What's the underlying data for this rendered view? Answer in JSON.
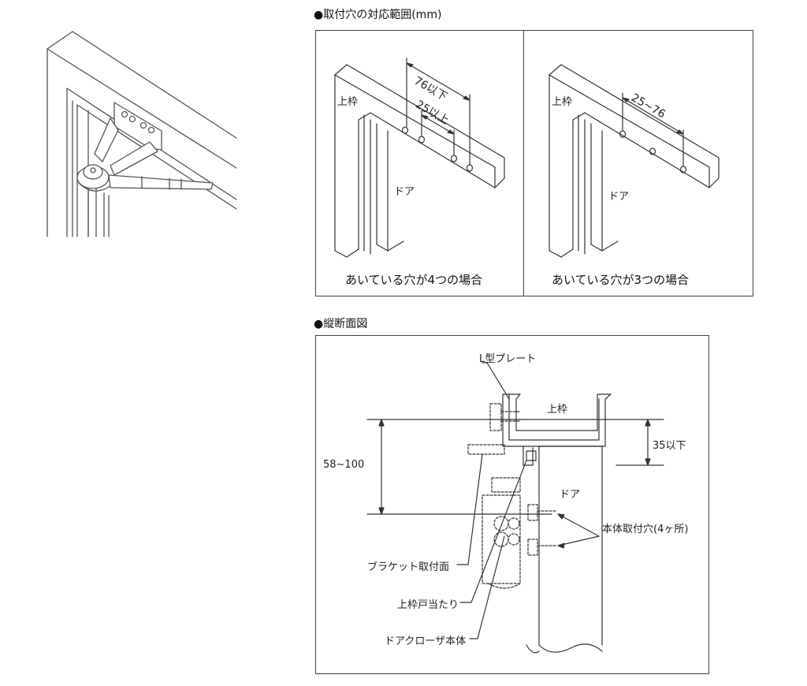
{
  "section_mount": {
    "title": "●取付穴の対応範囲(mm)",
    "panel_left": {
      "dim_outer": "76以下",
      "dim_inner": "25以上",
      "label_frame": "上枠",
      "label_door": "ドア",
      "caption": "あいている穴が4つの場合"
    },
    "panel_right": {
      "dim_range": "25~76",
      "label_frame": "上枠",
      "label_door": "ドア",
      "caption": "あいている穴が3つの場合"
    }
  },
  "section_section": {
    "title": "●縦断面図",
    "label_l_plate": "L型プレート",
    "label_frame": "上枠",
    "dim_35": "35以下",
    "dim_58_100": "58~100",
    "label_door": "ドア",
    "label_body_holes": "本体取付穴(4ヶ所)",
    "label_bracket": "ブラケット取付面",
    "label_door_stop": "上枠戸当たり",
    "label_closer_body": "ドアクローザ本体"
  }
}
